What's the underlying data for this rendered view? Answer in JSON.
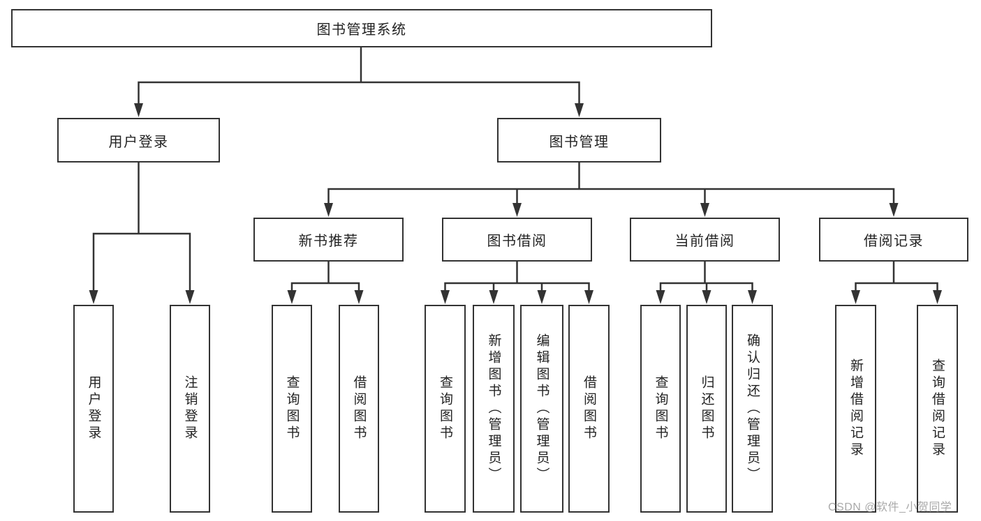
{
  "tree": {
    "root": "图书管理系统",
    "branches": [
      {
        "label": "用户登录",
        "children": [
          "用户登录",
          "注销登录"
        ]
      },
      {
        "label": "图书管理",
        "children": [
          {
            "label": "新书推荐",
            "children": [
              "查询图书",
              "借阅图书"
            ]
          },
          {
            "label": "图书借阅",
            "children": [
              "查询图书",
              "新增图书（管理员）",
              "编辑图书（管理员）",
              "借阅图书"
            ]
          },
          {
            "label": "当前借阅",
            "children": [
              "查询图书",
              "归还图书",
              "确认归还（管理员）"
            ]
          },
          {
            "label": "借阅记录",
            "children": [
              "新增借阅记录",
              "查询借阅记录"
            ]
          }
        ]
      }
    ]
  },
  "watermark": {
    "text": "CSDN @软件_小贺同学"
  },
  "colors": {
    "line": "#333333",
    "box_border": "#333333",
    "text": "#232323",
    "watermark": "#a9a9a9",
    "background": "#ffffff"
  }
}
